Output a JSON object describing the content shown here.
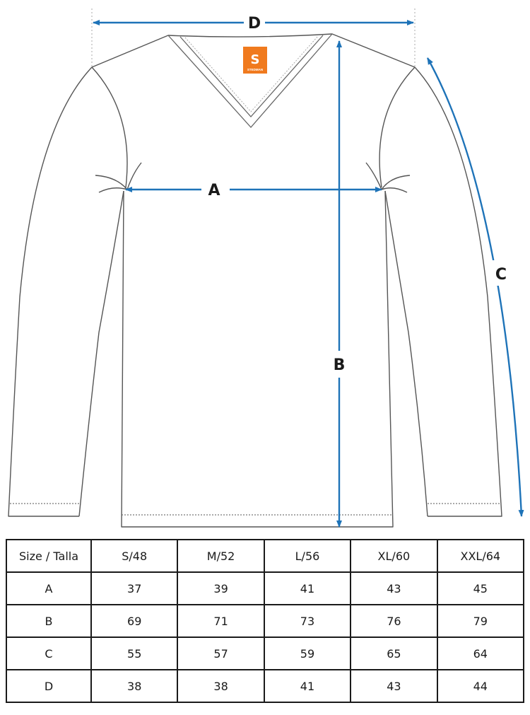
{
  "logo": {
    "text": "STEDMAN"
  },
  "dimensions": {
    "a": "A",
    "b": "B",
    "c": "C",
    "d": "D"
  },
  "colors": {
    "arrow": "#1e73b8",
    "outline": "#555555",
    "logo": "#f07a1e"
  },
  "table": {
    "headers": [
      "Size / Talla",
      "S/48",
      "M/52",
      "L/56",
      "XL/60",
      "XXL/64"
    ],
    "rows": [
      [
        "A",
        "37",
        "39",
        "41",
        "43",
        "45"
      ],
      [
        "B",
        "69",
        "71",
        "73",
        "76",
        "79"
      ],
      [
        "C",
        "55",
        "57",
        "59",
        "65",
        "64"
      ],
      [
        "D",
        "38",
        "38",
        "41",
        "43",
        "44"
      ]
    ]
  }
}
